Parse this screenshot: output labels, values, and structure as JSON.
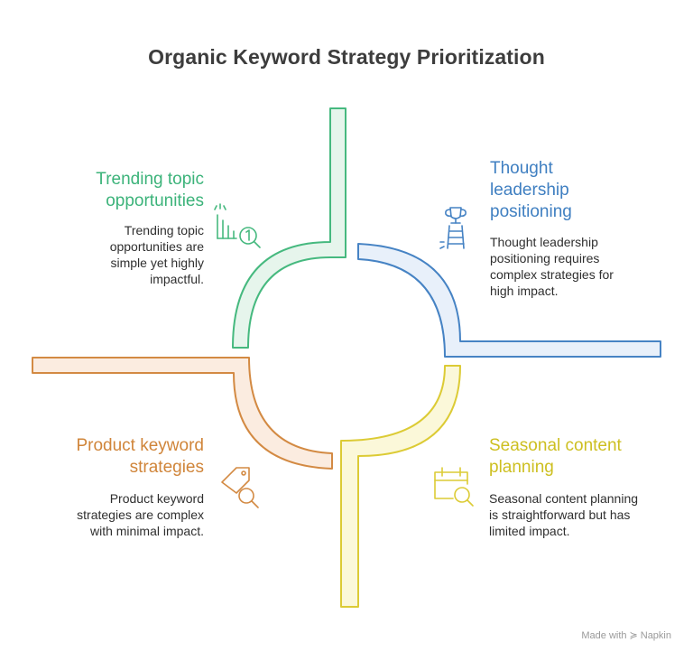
{
  "title": "Organic Keyword Strategy Prioritization",
  "quadrants": {
    "top_left": {
      "title_line1": "Trending topic",
      "title_line2": "opportunities",
      "desc_line1": "Trending topic",
      "desc_line2": "opportunities are",
      "desc_line3": "simple yet highly",
      "desc_line4": "impactful.",
      "color": "#3cb37a",
      "icon": "chart-magnifier-icon"
    },
    "top_right": {
      "title_line1": "Thought",
      "title_line2": "leadership",
      "title_line3": "positioning",
      "desc_line1": "Thought leadership",
      "desc_line2": "positioning requires",
      "desc_line3": "complex strategies for",
      "desc_line4": "high impact.",
      "color": "#3f7fc1",
      "icon": "trophy-ladder-icon"
    },
    "bottom_left": {
      "title_line1": "Product keyword",
      "title_line2": "strategies",
      "desc_line1": "Product keyword",
      "desc_line2": "strategies are complex",
      "desc_line3": "with minimal impact.",
      "color": "#d0853a",
      "icon": "tag-search-icon"
    },
    "bottom_right": {
      "title_line1": "Seasonal content",
      "title_line2": "planning",
      "desc_line1": "Seasonal content planning",
      "desc_line2": "is straightforward but has",
      "desc_line3": "limited impact.",
      "color": "#d9c92a",
      "icon": "calendar-search-icon"
    }
  },
  "footer": {
    "made_with": "Made with",
    "brand": "Napkin"
  }
}
